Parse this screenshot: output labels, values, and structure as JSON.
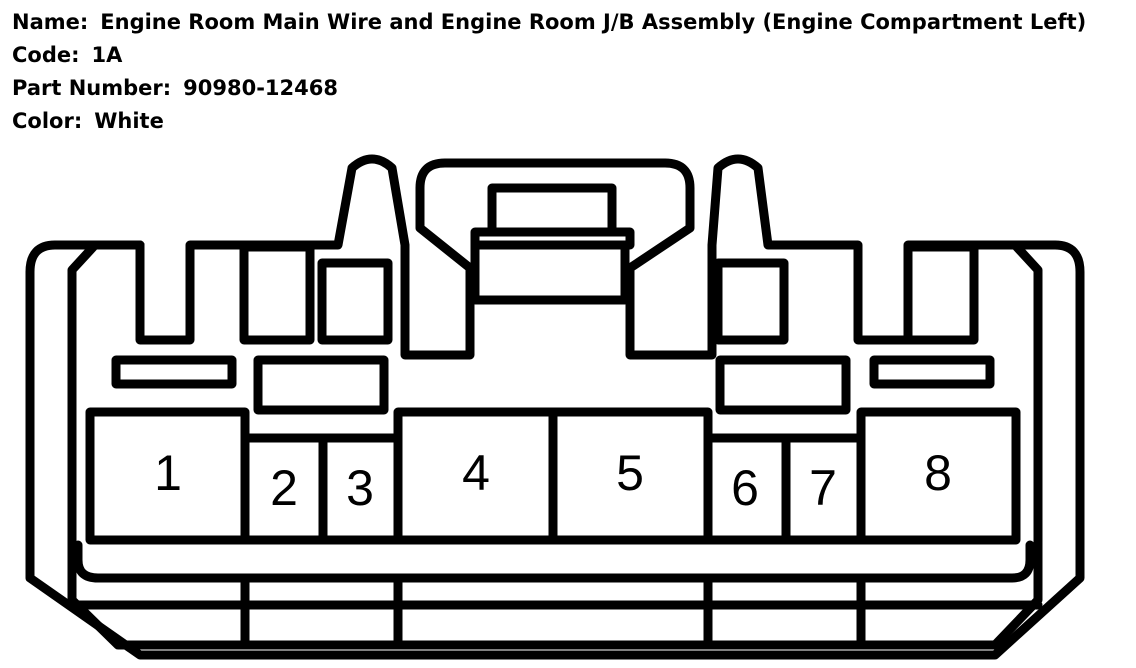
{
  "info": {
    "name_label": "Name:",
    "name_value": "Engine Room Main Wire and Engine Room J/B Assembly (Engine Compartment Left)",
    "code_label": "Code:",
    "code_value": "1A",
    "part_label": "Part Number:",
    "part_value": "90980-12468",
    "color_label": "Color:",
    "color_value": "White"
  },
  "pins": [
    "1",
    "2",
    "3",
    "4",
    "5",
    "6",
    "7",
    "8"
  ],
  "colors": {
    "stroke": "#000000",
    "background": "#ffffff"
  }
}
